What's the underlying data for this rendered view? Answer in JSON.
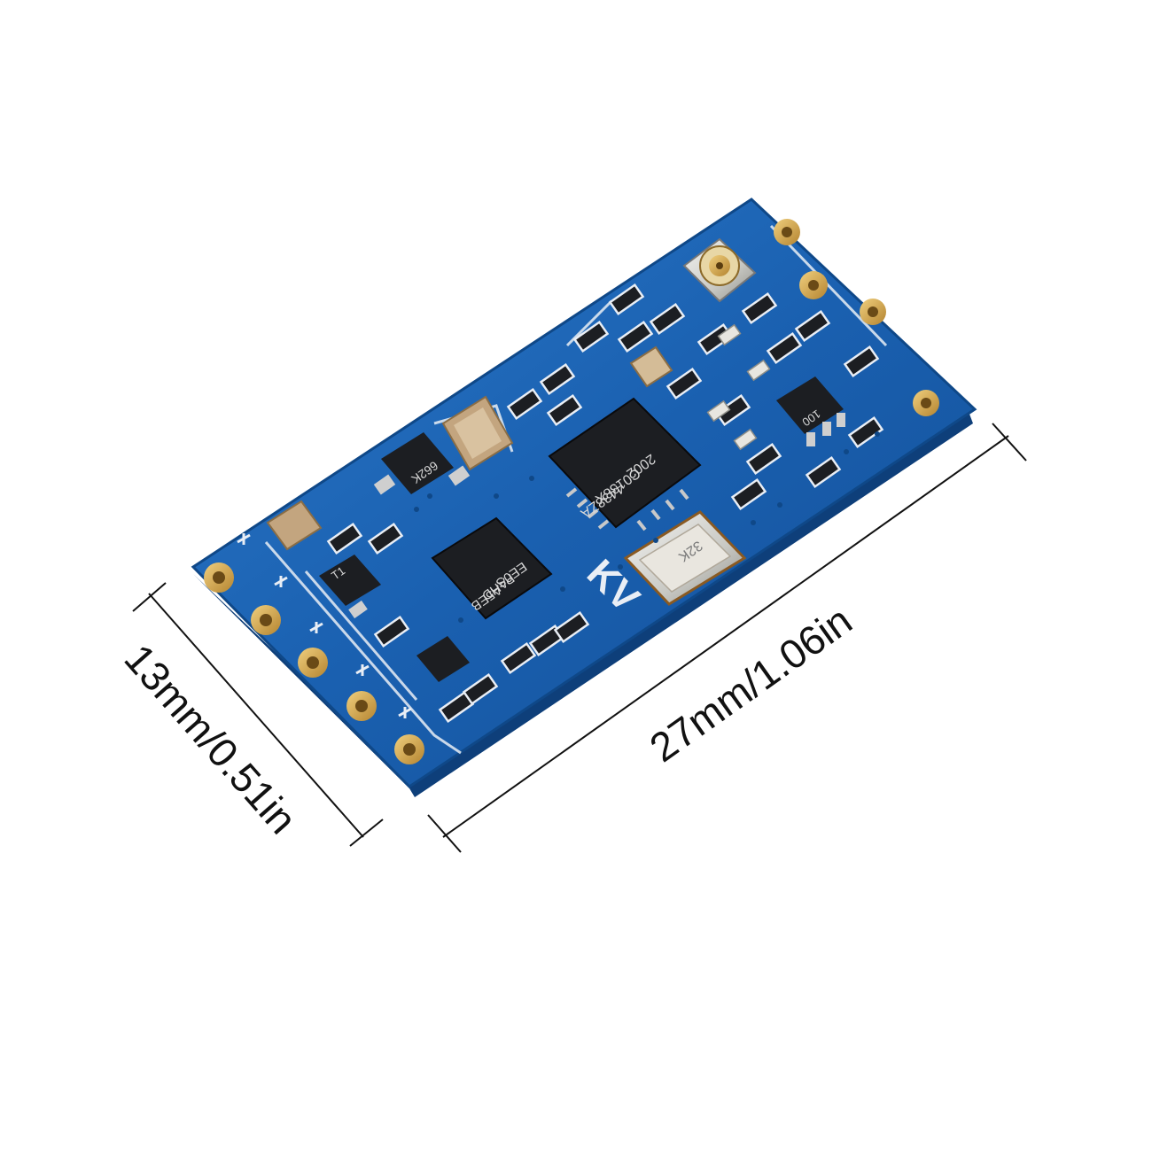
{
  "dimensions": {
    "width_label": "13mm/0.51in",
    "length_label": "27mm/1.06in"
  },
  "chip_markings": {
    "main_ic": [
      "4438ZA",
      "C0138X",
      "2002"
    ],
    "mcu_ic": [
      "A5EB",
      "PAHD",
      "EE0S"
    ],
    "crystal": "32K",
    "transistor_1": "662K",
    "transistor_2": "T1",
    "transistor_3": "100",
    "silk_logo": "KV"
  },
  "colors": {
    "pcb_blue": "#1a5fae",
    "pcb_edge": "#0e3f7a",
    "gold_pad": "#d3a64a",
    "chip_black": "#1c1e22",
    "silk_white": "#e9eef5"
  }
}
